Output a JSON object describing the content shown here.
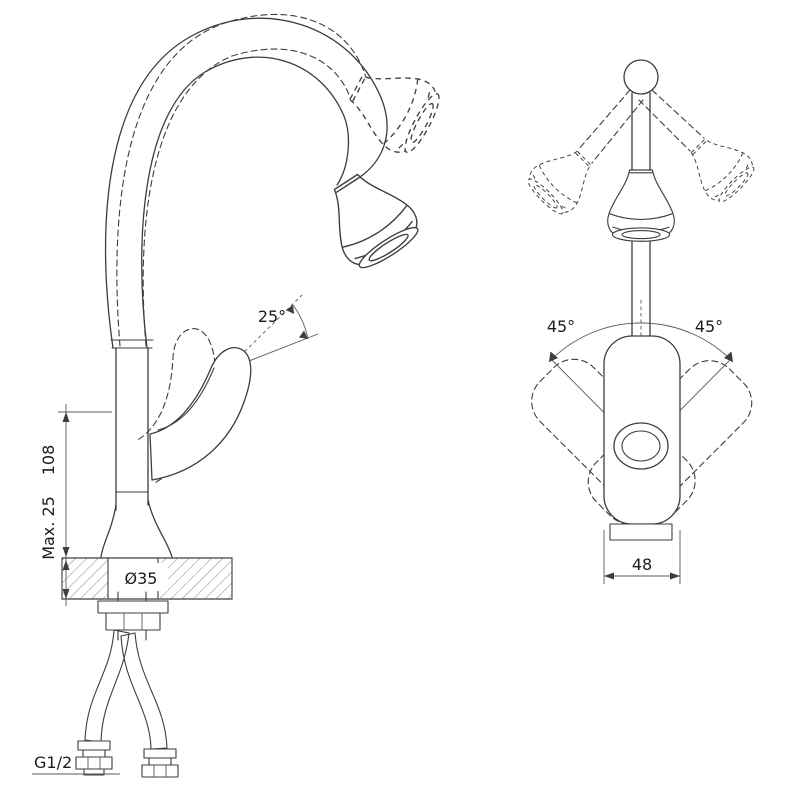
{
  "page": {
    "background": "#ffffff",
    "line_color": "#3d3d3d"
  },
  "side_view": {
    "labels": {
      "spout_angle": "25°",
      "height": "108",
      "max_thickness": "Max. 25",
      "hole_diameter": "Ø35",
      "connection_thread": "G1/2"
    }
  },
  "front_view": {
    "labels": {
      "swivel_left": "45°",
      "swivel_right": "45°",
      "body_width": "48"
    }
  }
}
